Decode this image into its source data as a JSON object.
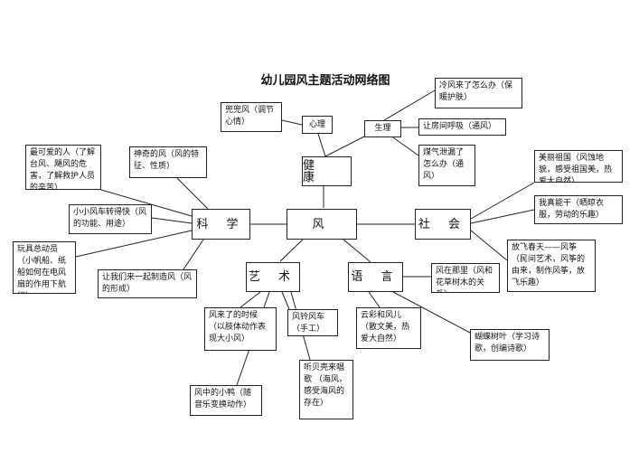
{
  "title": "幼儿园风主题活动网络图",
  "center": "风",
  "domains": {
    "health": "健 康",
    "science": "科 学",
    "society": "社 会",
    "art": "艺 术",
    "language": "语 言"
  },
  "health": {
    "psychology": "心理",
    "physiology": "生理",
    "huhu_wind": "兜兜风（调节心情）",
    "cold_wind": "冷风来了怎么办（保暖护肤）",
    "room_breathe": "让房间呼吸（通风）",
    "gas_leak": "煤气泄漏了怎么办（通风）"
  },
  "science": {
    "cute_person": "最可爱的人（了解台风、飓风的危害，了解救护人员的辛苦）",
    "magic_wind": "神奇的风（风的特征、性质）",
    "pinwheel_fun": "小小风车转得快（风的功能、用途）",
    "toy_mobilize": "玩具总动员（小帆船、纸船如何在电风扇的作用下航行）",
    "make_wind": "让我们来一起制造风（风的形成）"
  },
  "society": {
    "motherland": "美丽祖国（风蚀地貌，感受祖国美，热爱大自然）",
    "capable": "我真能干（晒晾衣服，劳动的乐趣）",
    "kite": "放飞春天——风筝（民间艺术，风筝的由来，制作风筝，放飞乐趣）"
  },
  "art": {
    "wind_comes": "风来了的时候（以肢体动作表现大小风）",
    "pinwheel_craft": "风铃风车（手工）",
    "shell_sing": "听贝壳来唱歌 （海风，感受海风的存在）",
    "duckling": "风中的小鸭（随音乐变换动作）"
  },
  "language": {
    "wind_where": "风在那里（风和花草树木的关系）",
    "clouds": "云彩和风儿（散文美，热爱大自然）",
    "butterfly": "蝴蝶树叶（学习诗歌，创编诗歌）"
  }
}
